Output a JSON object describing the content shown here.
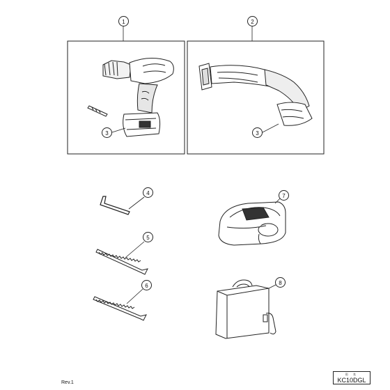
{
  "callouts": [
    "1",
    "2",
    "3",
    "3",
    "4",
    "5",
    "6",
    "7",
    "8"
  ],
  "footer": {
    "revision": "Rev.1",
    "model_small": "形 名",
    "model": "KC10DGL"
  }
}
